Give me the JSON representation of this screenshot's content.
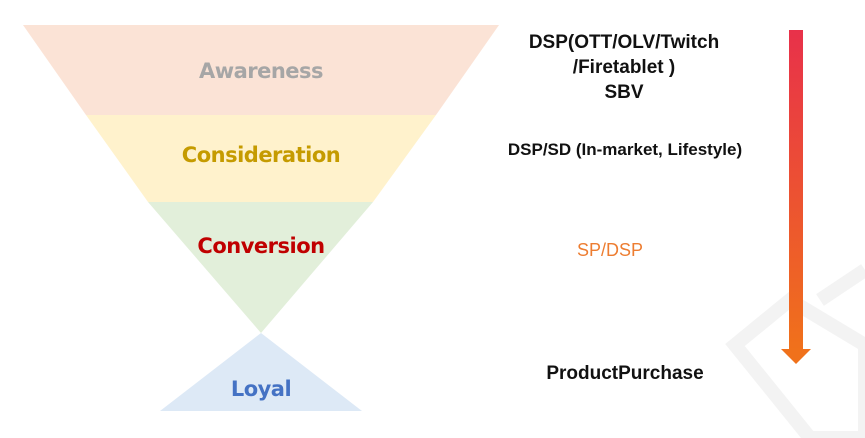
{
  "stages": [
    {
      "label": "Awareness",
      "fill": "#fbe3d6",
      "text_color": "#a6a6a6"
    },
    {
      "label": "Consideration",
      "fill": "#fff2cc",
      "text_color": "#c59b00"
    },
    {
      "label": "Conversion",
      "fill": "#e2efda",
      "text_color": "#c00000"
    },
    {
      "label": "Loyal",
      "fill": "#dde9f6",
      "text_color": "#4472c4"
    }
  ],
  "channels": {
    "awareness": [
      "DSP(OTT/OLV/Twitch",
      "/Firetablet )",
      "SBV"
    ],
    "consideration": "DSP/SD (In-market, Lifestyle)",
    "conversion": "SP/DSP",
    "loyal": "ProductPurchase"
  },
  "colors": {
    "conversion_channel": "#ed7d31",
    "arrow_top": "#e8314a",
    "arrow_bottom": "#f0711b",
    "watermark": "#f2f2f2"
  }
}
